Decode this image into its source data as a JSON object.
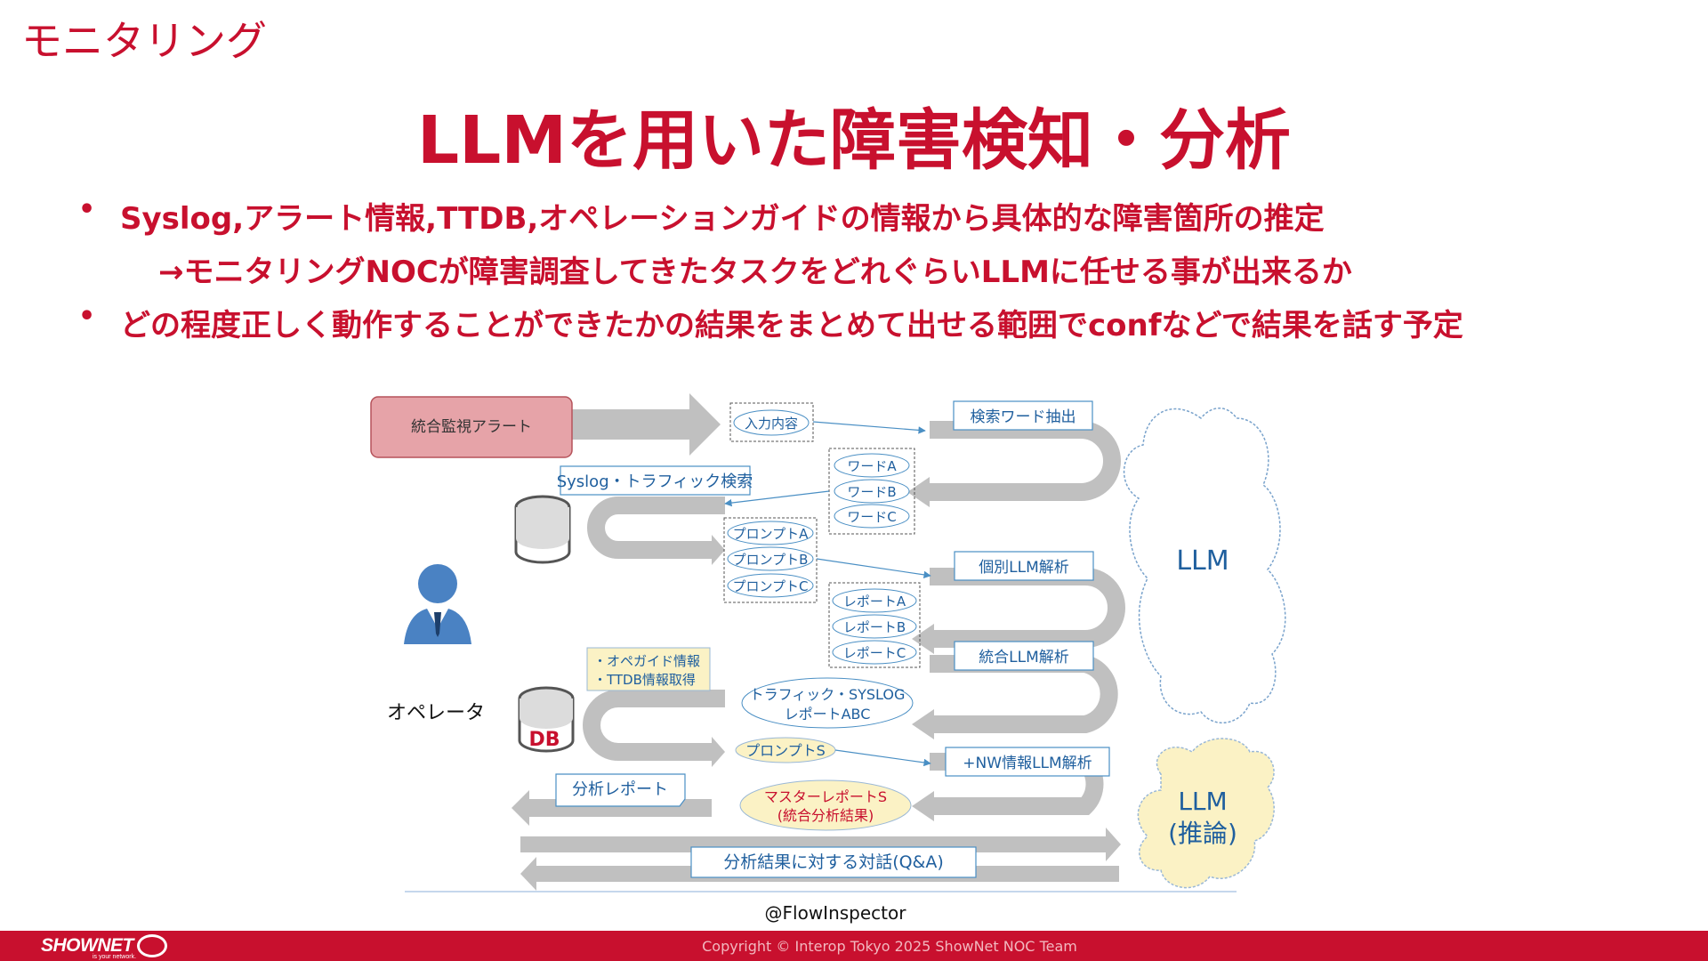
{
  "section_label": "モニタリング",
  "title": "LLMを用いた障害検知・分析",
  "bullets": [
    {
      "marker": "•",
      "text": "Syslog,アラート情報,TTDB,オペレーションガイドの情報から具体的な障害箇所の推定"
    },
    {
      "marker": "",
      "text": "→モニタリングNOCが障害調査してきたタスクをどれぐらいLLMに任せる事が出来るか"
    },
    {
      "marker": "•",
      "text": "どの程度正しく動作することができたかの結果をまとめて出せる範囲でconfなどで結果を話す予定"
    }
  ],
  "diagram": {
    "alert_box": "統合監視アラート",
    "input_label": "入力内容",
    "search_word_box": "検索ワード抽出",
    "syslog_box": "Syslog・トラフィック検索",
    "words": [
      "ワードA",
      "ワードB",
      "ワードC"
    ],
    "prompts": [
      "プロンプトA",
      "プロンプトB",
      "プロンプトC"
    ],
    "individual_box": "個別LLM解析",
    "reports": [
      "レポートA",
      "レポートB",
      "レポートC"
    ],
    "integrated_box": "統合LLM解析",
    "operator_label": "オペレータ",
    "opguide_lines": [
      "・オペガイド情報",
      "・TTDB情報取得"
    ],
    "traffic_report_lines": [
      "トラフィック・SYSLOG",
      "レポートABC"
    ],
    "db_label": "DB",
    "prompt_s": "プロンプトS",
    "nw_box": "+NW情報LLM解析",
    "analysis_report": "分析レポート",
    "master_report_lines": [
      "マスターレポートS",
      "(統合分析結果)"
    ],
    "qa_box": "分析結果に対する対話(Q&A)",
    "llm_cloud": "LLM",
    "llm_reasoning_lines": [
      "LLM",
      "(推論)"
    ],
    "credit": "@FlowInspector"
  },
  "footer": {
    "logo": "SHOWNET",
    "tagline": "is your network.",
    "copyright": "Copyright © Interop Tokyo 2025 ShowNet NOC Team"
  },
  "colors": {
    "accent": "#c8102e",
    "box_text": "#1f5f9e",
    "arrow_gray": "#c0c0c0",
    "alert_fill": "#e6a3a8",
    "yellow_fill": "#fbf2c5",
    "operator_blue": "#4a82c3"
  }
}
